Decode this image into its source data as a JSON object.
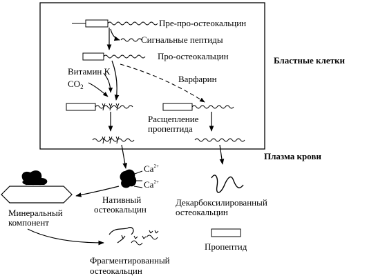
{
  "regions": {
    "blast_cells": "Бластные клетки",
    "blood_plasma": "Плазма крови"
  },
  "labels": {
    "pre_pro": "Пре-про-остеокальцин",
    "signal_peptides": "Сигнальные пептиды",
    "pro": "Про-остеокальцин",
    "vitamin_k": "Витамин К",
    "co2_main": "CO",
    "co2_sub": "2",
    "warfarin": "Варфарин",
    "propeptide_cleavage_1": "Расщепление",
    "propeptide_cleavage_2": "пропептида",
    "ca_main": "Ca",
    "ca_sup": "2+",
    "native_1": "Нативный",
    "native_2": "остеокальцин",
    "decarboxylated_1": "Декарбоксилированный",
    "decarboxylated_2": "остеокальцин",
    "mineral_1": "Минеральный",
    "mineral_2": "компонент",
    "propeptide": "Пропептид",
    "fragmented_1": "Фрагментированный",
    "fragmented_2": "остеокальцин"
  }
}
